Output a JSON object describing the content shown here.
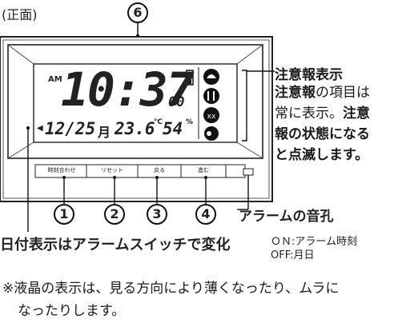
{
  "view_label": "(正面)",
  "top_button_number": "6",
  "display": {
    "am": "AM",
    "time_hm": "10:37",
    "seconds": "00",
    "date": "12/25",
    "weekday": "月",
    "temperature": "23.6",
    "temp_unit": "℃",
    "humidity": "54",
    "humidity_unit": "%"
  },
  "buttons": [
    {
      "number": "1",
      "label": "時刻合わせ"
    },
    {
      "number": "2",
      "label": "リセット"
    },
    {
      "number": "3",
      "label": "戻る"
    },
    {
      "number": "4",
      "label": "進む"
    }
  ],
  "callout_warning": {
    "title": "注意報表示",
    "line1a": "注意報",
    "line1b": "の項目は",
    "line2a": "常に表示。",
    "line2b": "注意",
    "line3": "報の状態になる",
    "line4": "と点滅します。"
  },
  "alarm_hole_label": "アラームの音孔",
  "date_label": "日付表示はアラームスイッチで変化",
  "switch_on": "ＯＮ:アラーム時刻",
  "switch_off": "OFF:月日",
  "note_line1": "※液晶の表示は、見る方向により薄くなったり、ムラに",
  "note_line2": "なったりします。"
}
